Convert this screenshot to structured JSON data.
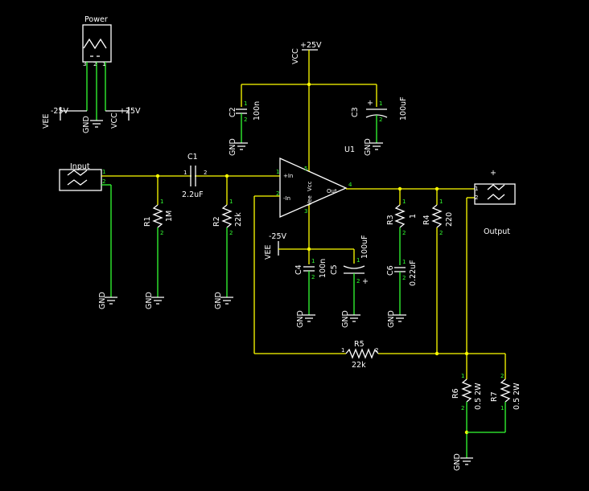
{
  "power_header": {
    "title": "Power",
    "pins": [
      "3",
      "2",
      "1"
    ]
  },
  "rails": {
    "vee": "VEE",
    "vcc": "VCC",
    "neg": "-25V",
    "pos": "+25V",
    "gnd": "GND"
  },
  "parts": {
    "input": {
      "ref": "Input",
      "pins": [
        "1",
        "2"
      ]
    },
    "output": {
      "ref": "Output",
      "plus": "+",
      "pins": [
        "1",
        "2"
      ]
    },
    "c1": {
      "ref": "C1",
      "value": "2.2uF",
      "pins": [
        "1",
        "2"
      ]
    },
    "c2": {
      "ref": "C2",
      "value": "100n",
      "pins": [
        "1",
        "2"
      ]
    },
    "c3": {
      "ref": "C3",
      "value": "100uF",
      "plus": "+",
      "pins": [
        "1",
        "2"
      ]
    },
    "c4": {
      "ref": "C4",
      "value": "100n",
      "pins": [
        "1",
        "2"
      ]
    },
    "c5": {
      "ref": "C5",
      "value": "100uF",
      "plus": "+",
      "pins": [
        "1",
        "2"
      ]
    },
    "c6": {
      "ref": "C6",
      "value": "0.22uF",
      "pins": [
        "1",
        "2"
      ]
    },
    "r1": {
      "ref": "R1",
      "value": "1M",
      "pins": [
        "1",
        "2"
      ]
    },
    "r2": {
      "ref": "R2",
      "value": "22k",
      "pins": [
        "1",
        "2"
      ]
    },
    "r3": {
      "ref": "R3",
      "value": "1",
      "pins": [
        "1",
        "2"
      ]
    },
    "r4": {
      "ref": "R4",
      "value": "220",
      "pins": [
        "1",
        "2"
      ]
    },
    "r5": {
      "ref": "R5",
      "value": "22k",
      "pins": [
        "1",
        "2"
      ]
    },
    "r6": {
      "ref": "R6",
      "value": "0.5 2W",
      "pins": [
        "1",
        "2"
      ]
    },
    "r7": {
      "ref": "R7",
      "value": "0.5 2W",
      "pins": [
        "1",
        "2"
      ]
    },
    "u1": {
      "ref": "U1",
      "in_plus": "+In",
      "in_minus": "-In",
      "out": "Out",
      "vee": "Vee",
      "vcc": "Vcc",
      "pins": [
        "1",
        "2",
        "3",
        "4",
        "5"
      ]
    }
  },
  "colors": {
    "background": "#000000",
    "wire": "#ffff00",
    "pin": "#33ff33",
    "component": "#ffffff"
  }
}
